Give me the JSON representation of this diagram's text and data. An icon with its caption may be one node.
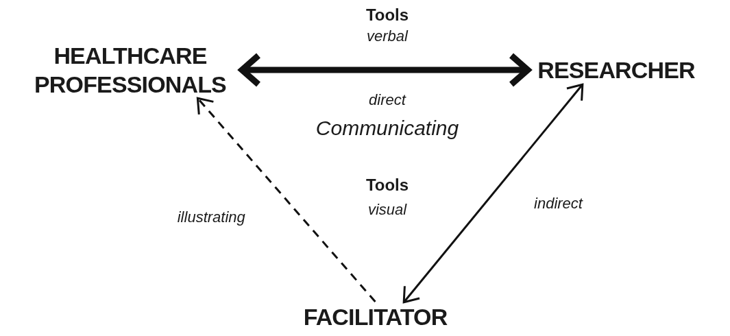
{
  "diagram": {
    "nodes": [
      {
        "text": [
          "HEALTHCARE PROFESSIONALS"
        ]
      },
      {
        "text": [
          "RESEARCHER"
        ]
      },
      {
        "text": [
          "FACILITATOR"
        ]
      }
    ],
    "edges": [
      {
        "from": 0,
        "to": 1,
        "arrow": "both",
        "style": "thick"
      },
      {
        "from": 2,
        "to": 0,
        "arrow": "to",
        "style": "dashed",
        "label": "illustrating"
      },
      {
        "from": 1,
        "to": 2,
        "arrow": "both",
        "label": "indirect"
      }
    ],
    "labels": [
      "Tools",
      "verbal",
      "direct",
      "Communicating",
      "Tools",
      "visual"
    ]
  }
}
